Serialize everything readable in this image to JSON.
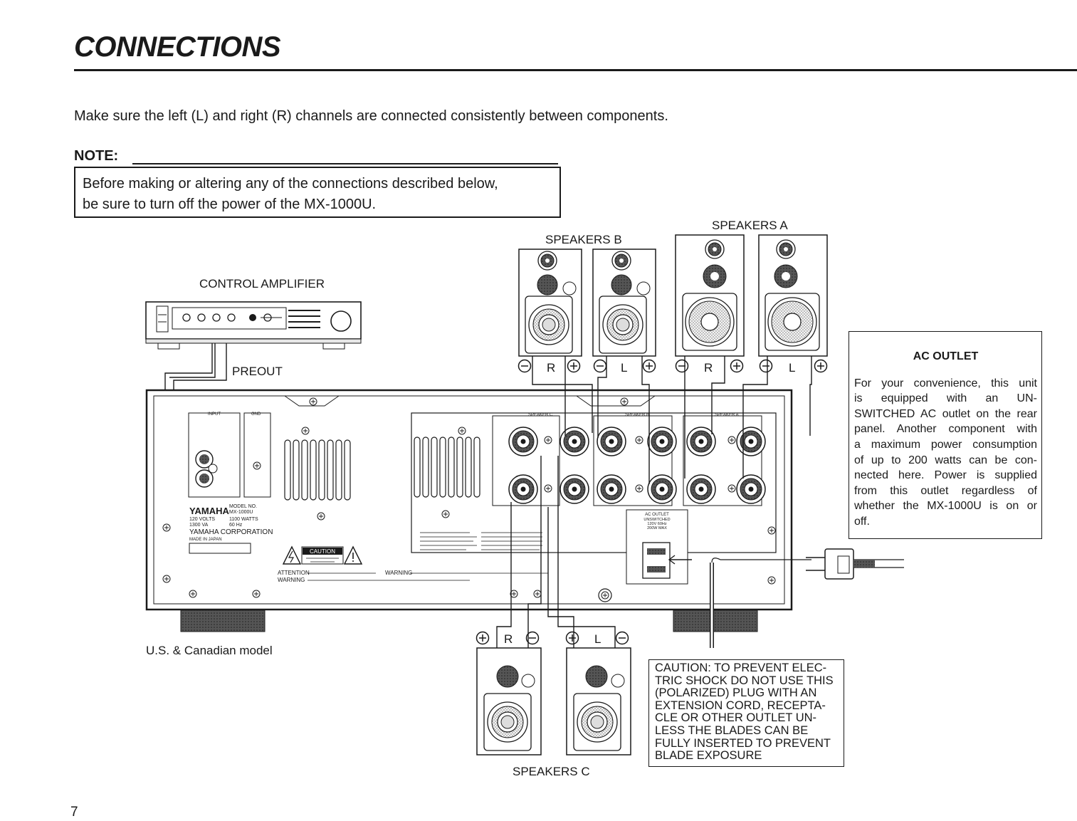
{
  "page": {
    "title": "CONNECTIONS",
    "intro": "Make sure the left (L) and right (R) channels are connected consistently between components.",
    "page_number": "7"
  },
  "note": {
    "label": "NOTE:",
    "lines": [
      "Before making or altering any of the connections described below,",
      "be sure to turn off the power of the MX-1000U."
    ]
  },
  "labels": {
    "control_amplifier": "CONTROL AMPLIFIER",
    "preout": "PREOUT",
    "speakers_a": "SPEAKERS A",
    "speakers_b": "SPEAKERS B",
    "speakers_c": "SPEAKERS C",
    "model_note": "U.S. & Canadian model",
    "channel_r": "R",
    "channel_l": "L"
  },
  "panel": {
    "input": "INPUT",
    "gnd": "GND",
    "brand": "YAMAHA",
    "model_no": "MODEL NO.",
    "model": "MX-1000U",
    "volts": "120 VOLTS",
    "watts": "1100 WATTS",
    "va": "1300 VA",
    "hz": "60 Hz",
    "corp": "YAMAHA CORPORATION",
    "made": "MADE IN JAPAN",
    "caution": "CAUTION",
    "attention": "ATTENTION",
    "warning": "WARNING",
    "speaker_c": "SPEAKER C",
    "speaker_b": "SPEAKER B",
    "speaker_a": "SPEAKER A",
    "ac_outlet": "AC OUTLET",
    "unswitched": "UNSWITCHED",
    "ac_spec": "120V 60Hz",
    "ac_max": "200W MAX"
  },
  "ac_outlet": {
    "title": "AC OUTLET",
    "lines": [
      "For your convenience, this unit",
      "is equipped with an UN-",
      "SWITCHED AC outlet on the rear",
      "panel. Another component with",
      "a maximum power consumption",
      "of up to 200 watts can be con-",
      "nected here. Power is supplied",
      "from this outlet regardless of",
      "whether the MX-1000U is on or",
      "off."
    ]
  },
  "caution": {
    "lines": [
      "CAUTION: TO PREVENT ELEC-",
      "TRIC SHOCK DO NOT USE THIS",
      "(POLARIZED) PLUG WITH AN",
      "EXTENSION CORD, RECEPTA-",
      "CLE OR OTHER OUTLET UN-",
      "LESS THE BLADES CAN BE",
      "FULLY INSERTED TO PREVENT",
      "BLADE EXPOSURE"
    ]
  },
  "icons": {
    "plus": "plus-terminal-icon",
    "minus": "minus-terminal-icon",
    "warning": "warning-triangle-icon",
    "plug": "ac-plug-icon"
  }
}
